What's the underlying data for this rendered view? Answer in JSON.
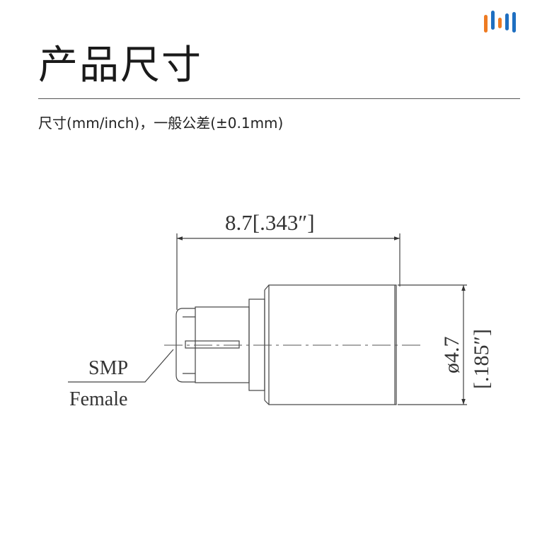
{
  "header": {
    "logo_icon": "brand-bars-icon",
    "title": "产品尺寸",
    "subtitle": "尺寸(mm/inch)，一般公差(±0.1mm)"
  },
  "brand_colors": {
    "blue": "#1e6fc1",
    "orange": "#ee7b22"
  },
  "drawing": {
    "length_label": "8.7[.343″]",
    "diameter_label": "ø4.7",
    "diameter_inch_label": "[.185″]",
    "connector_line1": "SMP",
    "connector_line2": "Female"
  }
}
